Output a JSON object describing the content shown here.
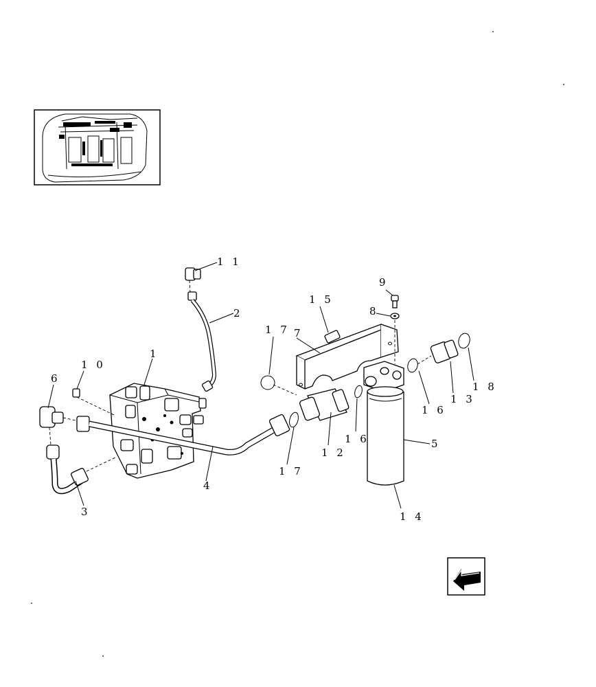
{
  "labels": {
    "l1": "1",
    "l2": "2",
    "l3": "3",
    "l4": "4",
    "l5": "5",
    "l6": "6",
    "l7": "7",
    "l8": "8",
    "l9": "9",
    "l10": "1 0",
    "l11": "1 1",
    "l12": "1 2",
    "l13": "1 3",
    "l14": "1 4",
    "l15": "1 5",
    "l16a": "1 6",
    "l16b": "1 6",
    "l17a": "1 7",
    "l17b": "1 7",
    "l18": "1 8"
  },
  "icons": {
    "locator": "machine-locator-thumbnail-icon",
    "nav": "next-page-arrow-icon"
  }
}
